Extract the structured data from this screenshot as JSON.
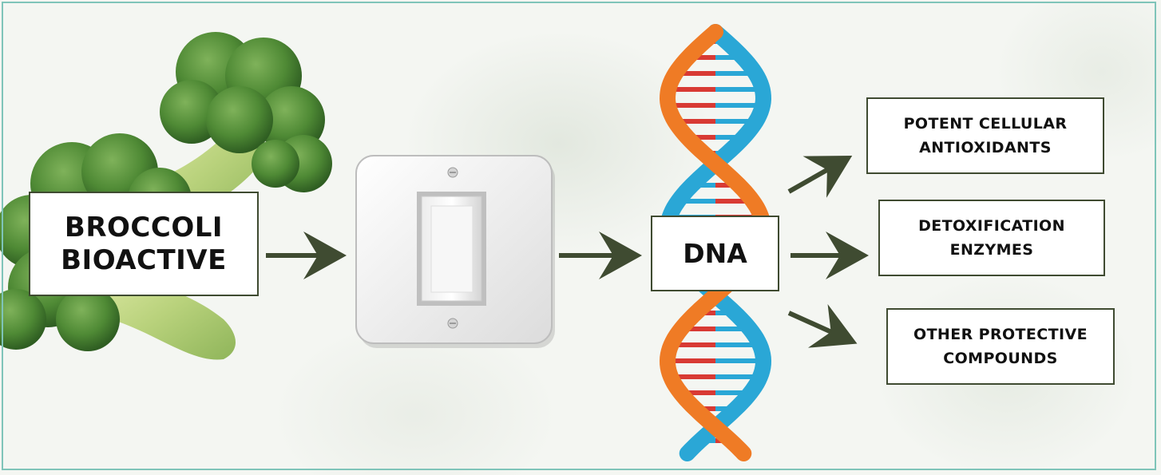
{
  "source_label": "BROCCOLI\nBIOACTIVE",
  "center_label": "DNA",
  "outputs": [
    {
      "label": "POTENT CELLULAR\nANTIOXIDANTS"
    },
    {
      "label": "DETOXIFICATION\nENZYMES"
    },
    {
      "label": "OTHER PROTECTIVE\nCOMPOUNDS"
    }
  ],
  "colors": {
    "frame": "#7fc4b9",
    "arrow": "#3f4b31",
    "box_border": "#3f4b31",
    "dna_orange": "#ef7b25",
    "dna_blue": "#2aa7d6",
    "dna_rung_red": "#d83a34",
    "broccoli_green": "#4f8a35"
  },
  "icons": [
    "broccoli-icon",
    "light-switch-icon",
    "dna-helix-icon"
  ]
}
